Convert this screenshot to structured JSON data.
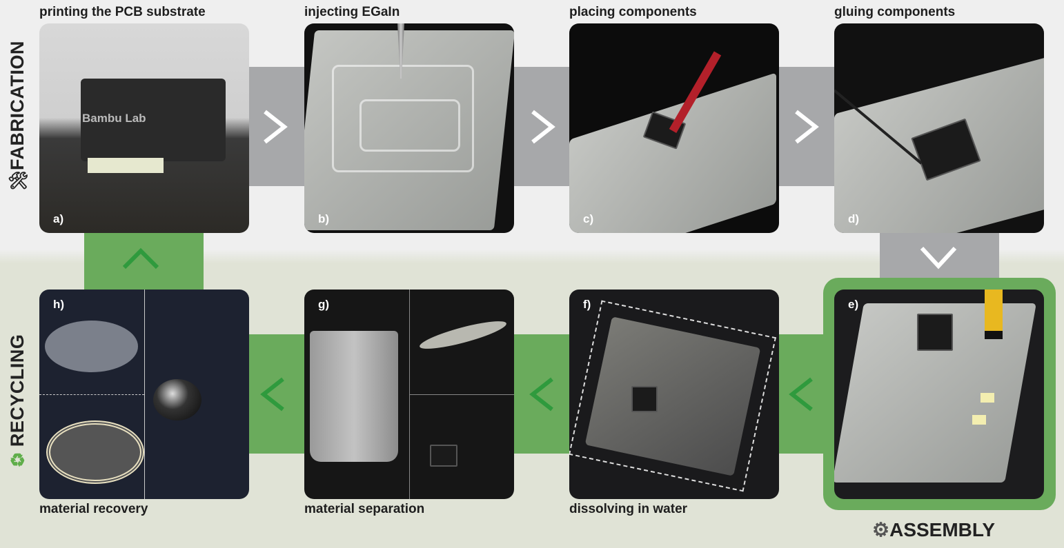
{
  "sections": {
    "fabrication": "FABRICATION",
    "recycling": "RECYCLING",
    "assembly": "ASSEMBLY"
  },
  "steps": [
    {
      "letter": "a)",
      "title": "printing the PCB substrate"
    },
    {
      "letter": "b)",
      "title": "injecting EGaIn"
    },
    {
      "letter": "c)",
      "title": "placing components"
    },
    {
      "letter": "d)",
      "title": "gluing components"
    },
    {
      "letter": "e)",
      "title": ""
    },
    {
      "letter": "f)",
      "title": "dissolving in water"
    },
    {
      "letter": "g)",
      "title": "material separation"
    },
    {
      "letter": "h)",
      "title": "material recovery"
    }
  ],
  "arrows": {
    "right": "〉",
    "left": "〈",
    "up": "︿",
    "down": "﹀"
  },
  "photo_text": {
    "printer_brand": "Bambu Lab"
  },
  "colors": {
    "green": "#6aab5c",
    "gray": "#a7a8aa",
    "arrow_green": "#2f9a3d"
  }
}
